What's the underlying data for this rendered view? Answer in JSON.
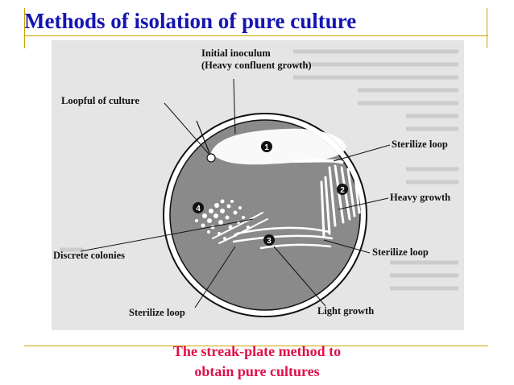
{
  "slide": {
    "title": "Methods of isolation of pure culture",
    "caption_line1": "The streak-plate method to",
    "caption_line2": "obtain pure cultures"
  },
  "figure": {
    "labels": {
      "initial_inoculum_line1": "Initial inoculum",
      "initial_inoculum_line2": "(Heavy confluent growth)",
      "loopful": "Loopful of culture",
      "sterilize_loop_1": "Sterilize loop",
      "heavy_growth": "Heavy growth",
      "sterilize_loop_2": "Sterilize loop",
      "discrete_colonies": "Discrete colonies",
      "sterilize_loop_3": "Sterilize loop",
      "light_growth": "Light growth"
    },
    "markers": [
      "1",
      "2",
      "3",
      "4"
    ]
  },
  "colors": {
    "title": "#1414b4",
    "caption": "#e0104a",
    "rule": "#c8a500",
    "plate": "#8a8a8a",
    "growth": "#ffffff"
  }
}
